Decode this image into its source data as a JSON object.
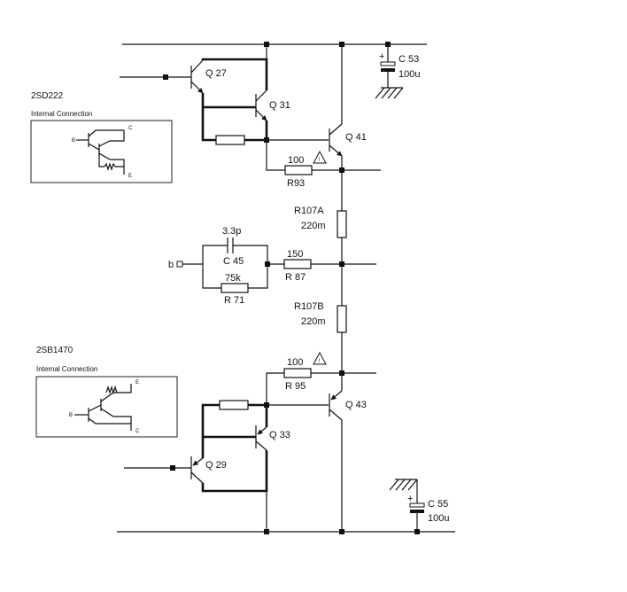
{
  "inset_top": {
    "part": "2SD222",
    "caption": "Internal Connection",
    "pins": {
      "b": "B",
      "c": "C",
      "e": "E"
    }
  },
  "inset_bottom": {
    "part": "2SB1470",
    "caption": "Internal Connection",
    "pins": {
      "b": "B",
      "c": "C",
      "e": "E"
    }
  },
  "transistors": {
    "q27": "Q 27",
    "q31": "Q 31",
    "q41": "Q 41",
    "q43": "Q 43",
    "q33": "Q 33",
    "q29": "Q 29"
  },
  "capacitors": {
    "c53": {
      "name": "C 53",
      "value": "100u"
    },
    "c45": {
      "name": "C 45",
      "value": "3.3p"
    },
    "c55": {
      "name": "C 55",
      "value": "100u"
    },
    "plus": "+"
  },
  "resistors": {
    "r93": {
      "name": "R93",
      "value": "100"
    },
    "r107a": {
      "name": "R107A",
      "value": "220m"
    },
    "r87": {
      "name": "R 87",
      "value": "150"
    },
    "r71": {
      "name": "R 71",
      "value": "75k"
    },
    "r107b": {
      "name": "R107B",
      "value": "220m"
    },
    "r95": {
      "name": "R 95",
      "value": "100"
    }
  },
  "terminal_b": "b",
  "warning_glyph": "!"
}
